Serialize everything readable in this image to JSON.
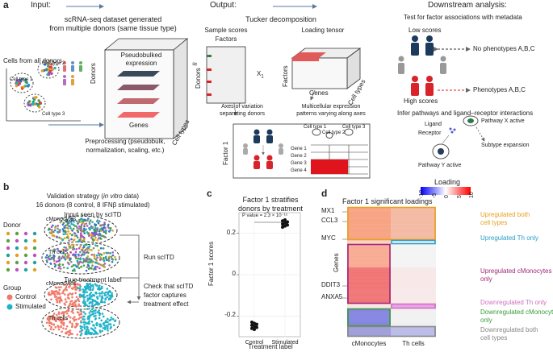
{
  "panel_a": {
    "label": "a",
    "header_input": "Input:",
    "header_output": "Output:",
    "header_downstream": "Downstream analysis:",
    "dataset_line1": "scRNA-seq dataset generated",
    "dataset_line2": "from multiple donors (same tissue type)",
    "cells_from_donors": "Cells from all donors",
    "cell_type_1": "Cell type 1",
    "cell_type_2": "Cell type 2",
    "cell_type_3": "Cell type 3",
    "pseudobulk_line1": "Pseudobulked",
    "pseudobulk_line2": "expression",
    "donors": "Donors",
    "genes": "Genes",
    "cell_types": "Cell types",
    "preprocessing_line1": "Preprocessing (pseudobulk,",
    "preprocessing_line2": "normalization, scaling, etc.)",
    "approx": "≈",
    "tucker": "Tucker decomposition",
    "sample_scores_line1": "Sample scores",
    "sample_scores_line2": "Factors",
    "x1": "X",
    "x1_sub": "1",
    "loading_tensor": "Loading tensor",
    "factors": "Factors",
    "axes_line1": "Axes of variation",
    "axes_line2": "separating donors",
    "multicellular_line1": "Multicellular expression",
    "multicellular_line2": "patterns varying along axes",
    "factor_1": "Factor 1",
    "heat_cell_type_1": "Cell type 1",
    "heat_cell_type_2": "Cell type 2",
    "heat_cell_type_3": "Cell type 3",
    "gene_rows": [
      "Gene 1",
      "Gene 2",
      "Gene 3",
      "Gene 4"
    ],
    "test_assoc": "Test for factor associations with metadata",
    "low_scores": "Low scores",
    "high_scores": "High scores",
    "no_phenotypes": "No phenotypes A,B,C",
    "phenotypes": "Phenotypes A,B,C",
    "infer_pathways": "Infer pathways and ligand–receptor interactions",
    "ligand": "Ligand",
    "receptor": "Receptor",
    "pathway_x": "Pathway X active",
    "pathway_y": "Pathway Y active",
    "subtype_expansion": "Subtype expansion"
  },
  "panel_b": {
    "label": "b",
    "validation_prefix": "Validation strategy (",
    "validation_italic": "in vitro",
    "validation_suffix": " data)",
    "donor_counts": "16 donors (8 control, 8 IFNβ stimulated)",
    "input_seen": "Input seen by scITD",
    "donor": "Donor",
    "cmonocytes": "cMonocytes",
    "th_cells": "Th cells",
    "run_scitd": "Run scITD",
    "true_label": "True treatment label",
    "group": "Group",
    "control": "Control",
    "stimulated": "Stimulated",
    "check_line1": "Check that scITD",
    "check_line2": "factor captures",
    "check_line3": "treatment effect"
  },
  "panel_c": {
    "label": "c",
    "title_line1": "Factor 1 stratifies",
    "title_line2": "donors by treatment",
    "pvalue": "P value = 2.3 × 10⁻¹⁵",
    "xlabel": "Treatment label",
    "ylabel": "Factor 1 scores"
  },
  "chart_data": {
    "type": "scatter",
    "title": "Factor 1 stratifies donors by treatment",
    "xlabel": "Treatment label",
    "ylabel": "Factor 1 scores",
    "categories": [
      "Control",
      "Stimulated"
    ],
    "ylim": [
      -0.3,
      0.3
    ],
    "yticks": [
      -0.2,
      0.0,
      0.2
    ],
    "ytick_labels": [
      "-0.2",
      "0",
      "0.2"
    ],
    "grid": true,
    "series": [
      {
        "category": "Control",
        "values": [
          -0.23,
          -0.235,
          -0.24,
          -0.245,
          -0.25,
          -0.255,
          -0.26,
          -0.265
        ]
      },
      {
        "category": "Stimulated",
        "values": [
          0.23,
          0.235,
          0.24,
          0.245,
          0.25,
          0.255,
          0.26,
          0.265
        ]
      }
    ]
  },
  "panel_d": {
    "label": "d",
    "title": "Factor 1 significant loadings",
    "legend_title": "Loading",
    "legend_ticks": [
      "-10",
      "-5",
      "0",
      "5",
      "10"
    ],
    "genes_axis": "Genes",
    "gene_labels": [
      "MX1",
      "CCL3",
      "MYC",
      "DDIT3",
      "ANXA5"
    ],
    "x_labels": [
      "cMonocytes",
      "Th cells"
    ],
    "annotations": [
      {
        "text": "Upregulated both cell types",
        "line1": "Upregulated both",
        "line2": "cell types",
        "color": "#e8a020"
      },
      {
        "text": "Upregulated Th only",
        "line1": "Upregulated Th only",
        "line2": "",
        "color": "#2aa0c8"
      },
      {
        "text": "Upregulated cMonocytes only",
        "line1": "Upregulated cMonocytes",
        "line2": "only",
        "color": "#a0287a"
      },
      {
        "text": "Downregulated Th only",
        "line1": "Downregulated Th only",
        "line2": "",
        "color": "#d070c0"
      },
      {
        "text": "Downregulated cMonocytes only",
        "line1": "Downregulated cMonocytes",
        "line2": "only",
        "color": "#3c9a3c"
      },
      {
        "text": "Downregulated both cell types",
        "line1": "Downregulated both",
        "line2": "cell types",
        "color": "#888888"
      }
    ]
  },
  "colors": {
    "red": "#d9232a",
    "navy": "#1b3a5c",
    "teal": "#20b2c8",
    "salmon": "#f07a6a",
    "grey": "#9a9a9a"
  }
}
